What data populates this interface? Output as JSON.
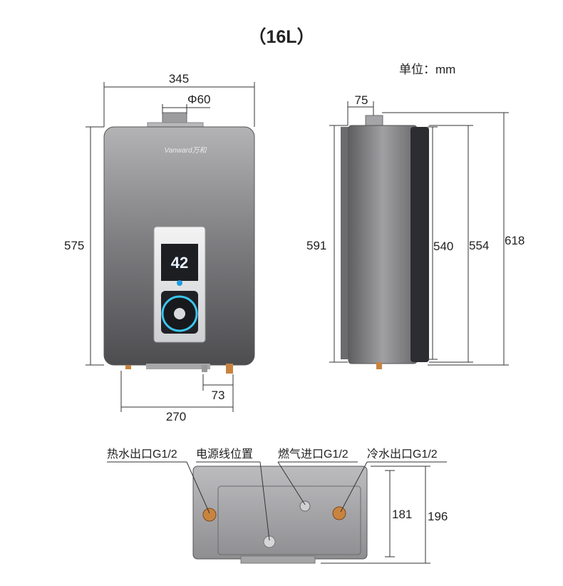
{
  "title": "（16L）",
  "unit_label": "单位：mm",
  "brand": "Vanward万和",
  "display": {
    "digits": "42"
  },
  "front_view": {
    "width": "345",
    "flue": "Φ60",
    "height": "575",
    "offset": "73",
    "pipe_span": "270"
  },
  "side_view": {
    "depth": "75",
    "h1": "591",
    "h2": "540",
    "h3": "554",
    "h4": "618"
  },
  "bottom_view": {
    "hot_out": "热水出口G1/2",
    "power": "电源线位置",
    "gas_in": "燃气进口G1/2",
    "cold_out": "冷水出口G1/2",
    "dim1": "181",
    "dim2": "196"
  },
  "colors": {
    "body_top": "#a8a8aa",
    "body_bottom": "#4f4f52",
    "panel": "#e8e8ea",
    "ring": "#3ac6f0",
    "copper": "#c8843f"
  }
}
